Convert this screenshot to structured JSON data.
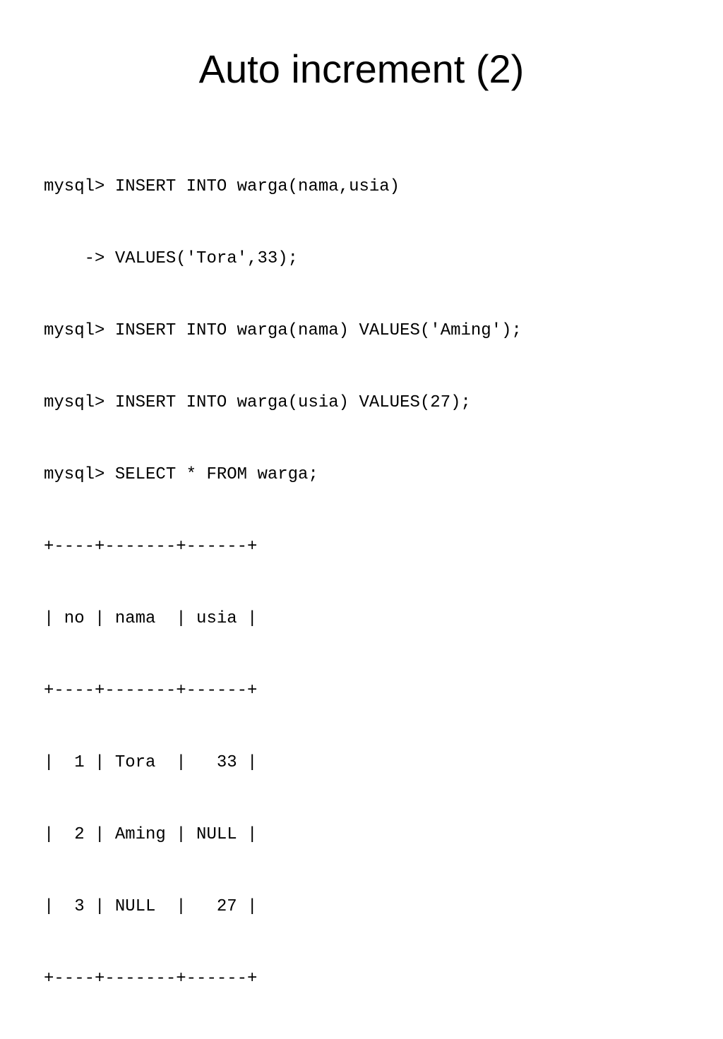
{
  "slide": {
    "title": "Auto increment (2)",
    "console_lines": [
      "mysql> INSERT INTO warga(nama,usia)",
      "    -> VALUES('Tora',33);",
      "mysql> INSERT INTO warga(nama) VALUES('Aming');",
      "mysql> INSERT INTO warga(usia) VALUES(27);",
      "mysql> SELECT * FROM warga;",
      "+----+-------+------+",
      "| no | nama  | usia |",
      "+----+-------+------+",
      "|  1 | Tora  |   33 |",
      "|  2 | Aming | NULL |",
      "|  3 | NULL  |   27 |",
      "+----+-------+------+"
    ]
  }
}
